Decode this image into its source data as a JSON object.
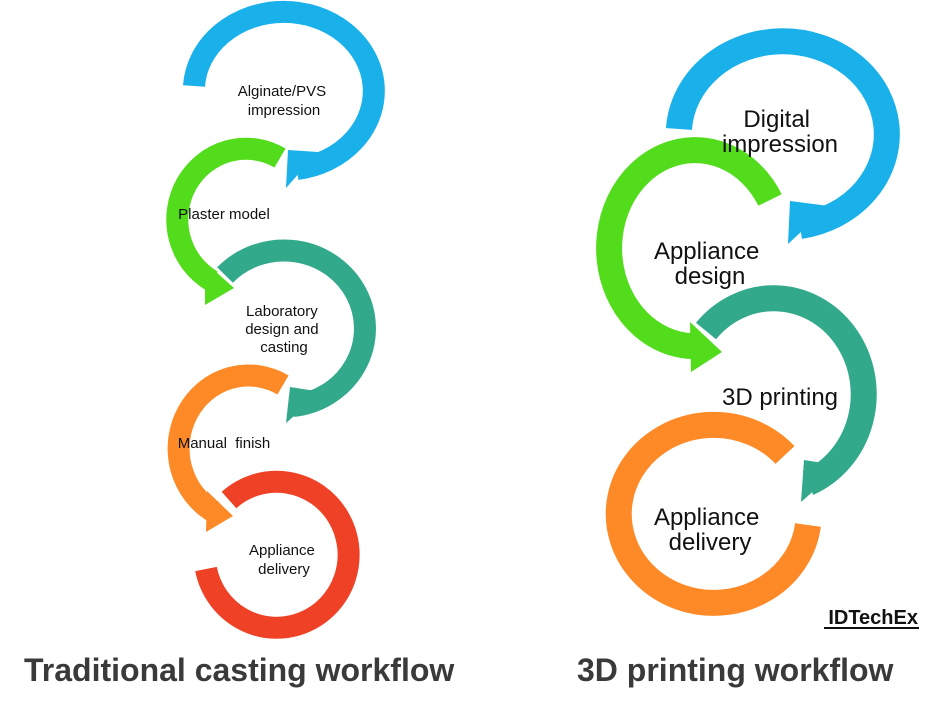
{
  "colors": {
    "blue": "#1ab0ea",
    "green": "#52dc1c",
    "teal": "#33a98b",
    "orange": "#fd8a27",
    "red": "#ee4125",
    "caption": "#3a3a3a"
  },
  "traditional": {
    "caption": "Traditional casting workflow",
    "steps": [
      {
        "lines": [
          "Alginate/PVS",
          "impression"
        ],
        "color": "blue"
      },
      {
        "lines": [
          "Plaster model"
        ],
        "color": "green"
      },
      {
        "lines": [
          "Laboratory",
          "design and",
          "casting"
        ],
        "color": "teal"
      },
      {
        "lines": [
          "Manual  finish"
        ],
        "color": "orange"
      },
      {
        "lines": [
          "Appliance",
          "delivery"
        ],
        "color": "red"
      }
    ]
  },
  "printing": {
    "caption": "3D printing workflow",
    "steps": [
      {
        "lines": [
          "Digital",
          "impression"
        ],
        "color": "blue"
      },
      {
        "lines": [
          "Appliance",
          "design"
        ],
        "color": "green"
      },
      {
        "lines": [
          "3D printing"
        ],
        "color": "teal"
      },
      {
        "lines": [
          "Appliance",
          "delivery"
        ],
        "color": "orange"
      }
    ]
  },
  "brand": "IDTechEx"
}
